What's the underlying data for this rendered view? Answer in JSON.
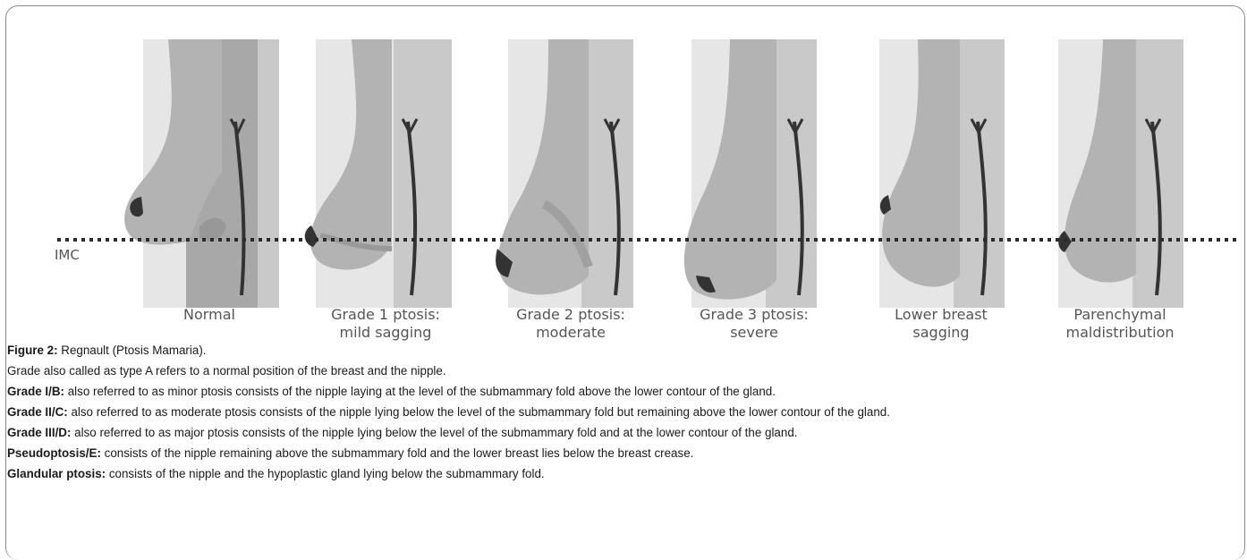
{
  "figure": {
    "axis_label": "IMC",
    "panels": [
      {
        "label": "Normal"
      },
      {
        "label": "Grade 1 ptosis:\nmild sagging"
      },
      {
        "label": "Grade 2 ptosis:\nmoderate"
      },
      {
        "label": "Grade 3 ptosis:\nsevere"
      },
      {
        "label": "Lower breast\nsagging"
      },
      {
        "label": "Parenchymal\nmaldistribution"
      }
    ]
  },
  "caption": {
    "figure_number": "Figure 2:",
    "figure_title": " Regnault (Ptosis Mamaria).",
    "items": [
      {
        "term": "",
        "text": "Grade also called as type A refers to a normal position of the breast and the nipple."
      },
      {
        "term": "Grade I/B:",
        "text": " also referred to as minor ptosis consists of the nipple laying at the level of the submammary fold above the lower contour of the gland."
      },
      {
        "term": "Grade II/C:",
        "text": " also referred to as moderate ptosis consists of the nipple lying below the level of the submammary fold but remaining above the lower contour of the gland."
      },
      {
        "term": "Grade III/D:",
        "text": " also referred to as major ptosis consists of the nipple lying below the level of the submammary fold and at the lower contour of the gland."
      },
      {
        "term": "Pseudoptosis/E:",
        "text": " consists of the nipple remaining above the submammary fold and the lower breast lies below the breast crease."
      },
      {
        "term": "Glandular ptosis:",
        "text": " consists of the nipple and the hypoplastic gland lying below the submammary fold."
      }
    ]
  }
}
